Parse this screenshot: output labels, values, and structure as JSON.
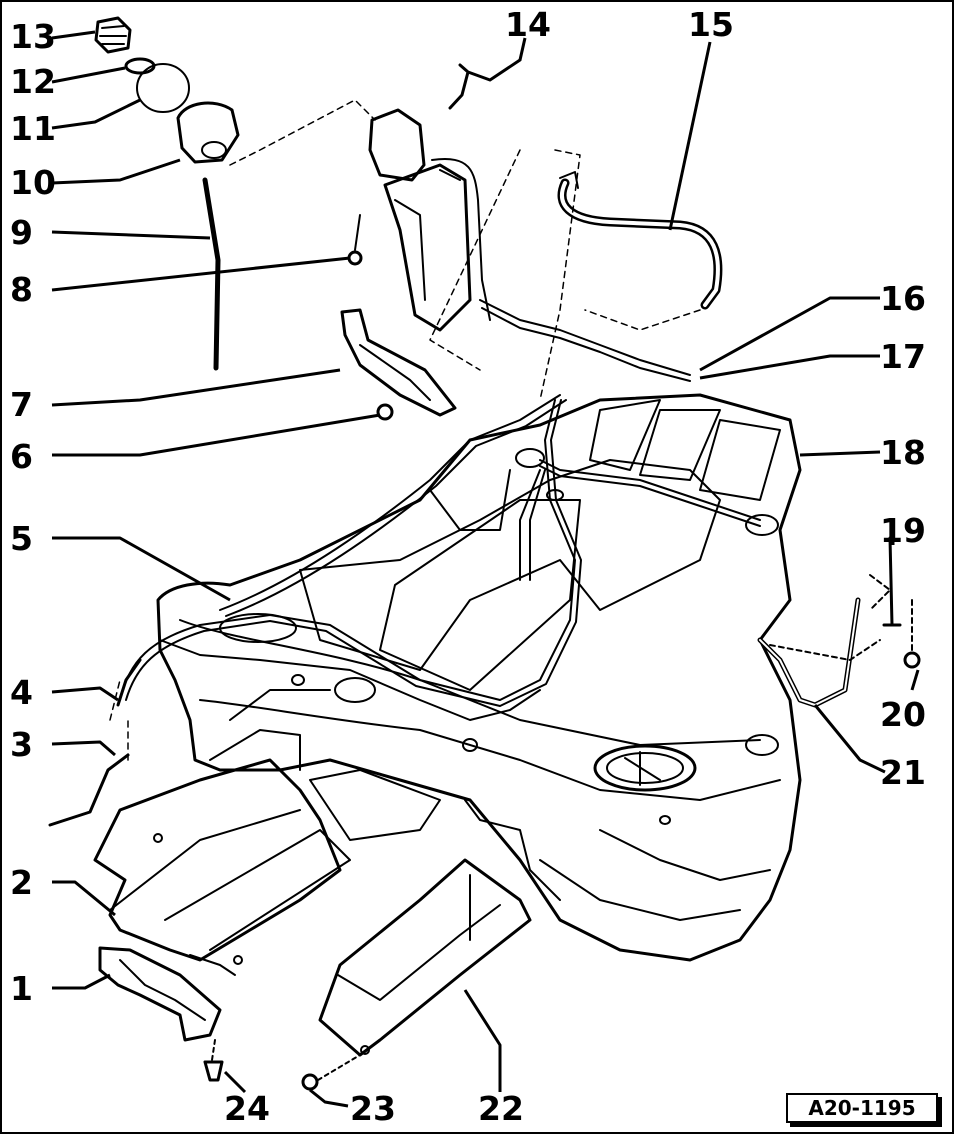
{
  "callouts": {
    "c1": "1",
    "c2": "2",
    "c3": "3",
    "c4": "4",
    "c5": "5",
    "c6": "6",
    "c7": "7",
    "c8": "8",
    "c9": "9",
    "c10": "10",
    "c11": "11",
    "c12": "12",
    "c13": "13",
    "c14": "14",
    "c15": "15",
    "c16": "16",
    "c17": "17",
    "c18": "18",
    "c19": "19",
    "c20": "20",
    "c21": "21",
    "c22": "22",
    "c23": "23",
    "c24": "24"
  },
  "reference": "A20-1195",
  "colors": {
    "line": "#000000",
    "background": "#ffffff"
  }
}
